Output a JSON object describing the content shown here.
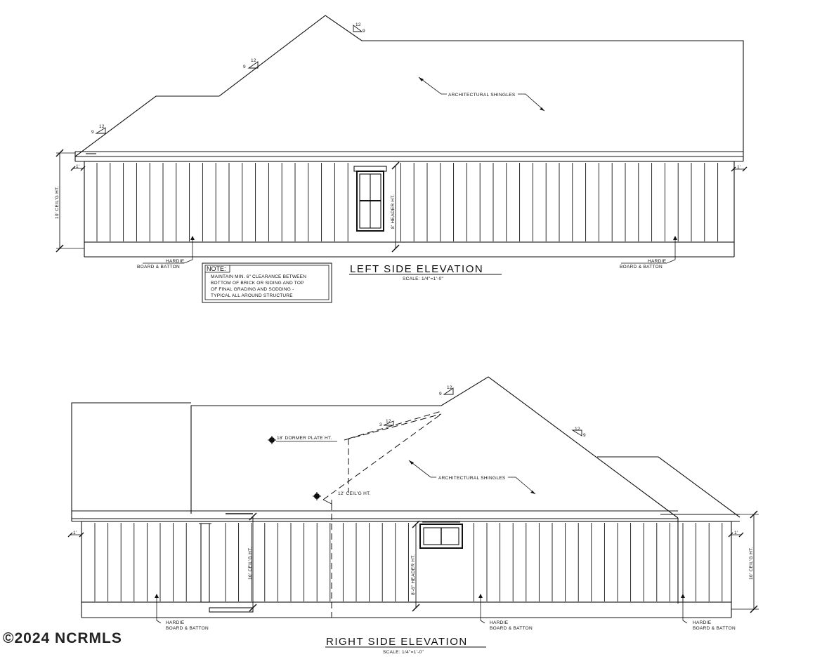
{
  "left_elevation": {
    "title": "LEFT SIDE ELEVATION",
    "scale": "SCALE: 1/4\"=1'-0\"",
    "roof_label": "ARCHITECTURAL SHINGLES",
    "ceiling_label": "10' CEIL'G HT.",
    "header_label": "8' HEADER HT.",
    "hardie_word": "HARDIE",
    "batten_word": "BOARD & BATTON",
    "dim_1ft": "1'",
    "pitch_12": "12",
    "pitch_9": "9",
    "note_heading": "NOTE:",
    "note_lines": [
      "MAINTAIN MIN. 6\" CLEARANCE BETWEEN",
      "BOTTOM OF BRICK OR SIDING AND TOP",
      "OF FINAL GRADING AND SODDING -",
      "TYPICAL ALL AROUND STRUCTURE"
    ]
  },
  "right_elevation": {
    "title": "RIGHT SIDE ELEVATION",
    "scale": "SCALE: 1/4\"=1'-0\"",
    "roof_label": "ARCHITECTURAL SHINGLES",
    "dormer_label": "18' DORMER PLATE HT.",
    "ceiling_12_label": "12' CEIL'G HT.",
    "ceiling_10_label": "10' CEIL'G HT.",
    "header_label": "8'-6\" HEADER HT.",
    "hardie_word": "HARDIE",
    "batten_word": "BOARD & BATTON",
    "dim_1ft": "1'",
    "pitch_12": "12",
    "pitch_9": "9",
    "pitch_3": "3"
  },
  "watermark": "©2024 NCRMLS"
}
